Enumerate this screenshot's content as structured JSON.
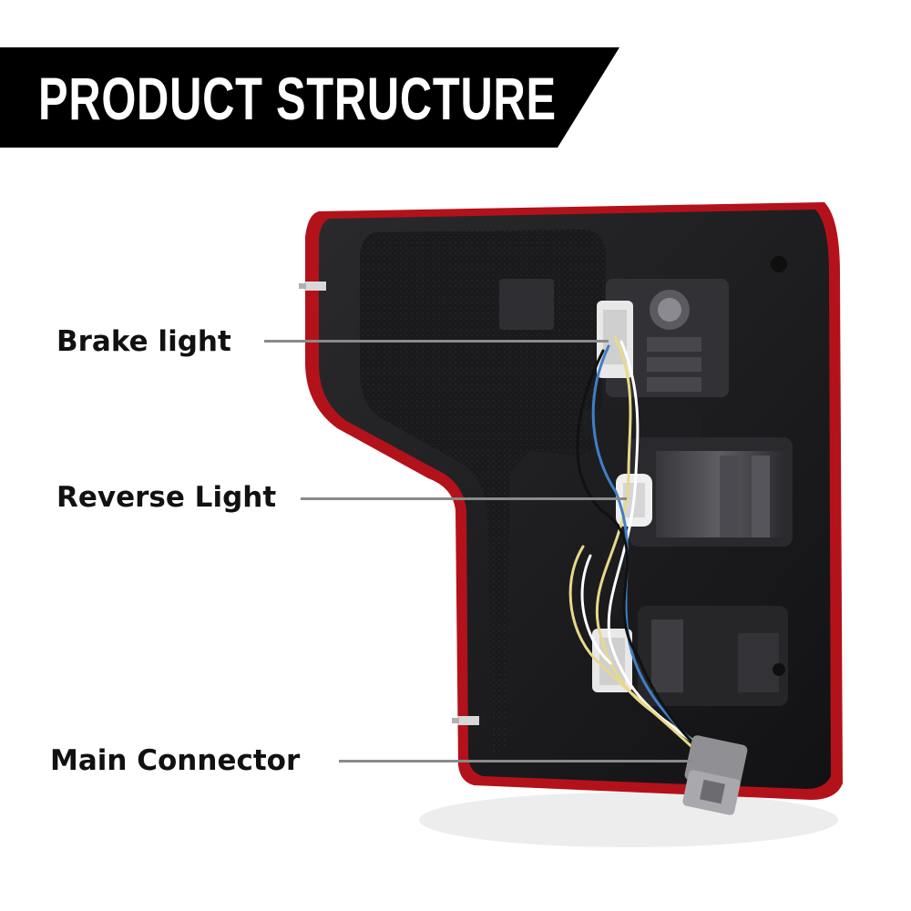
{
  "header": {
    "title": "PRODUCT STRUCTURE"
  },
  "callouts": [
    {
      "label": "Brake light"
    },
    {
      "label": "Reverse Light"
    },
    {
      "label": "Main Connector"
    }
  ],
  "colors": {
    "banner_bg": "#000000",
    "banner_text": "#ffffff",
    "housing_red": "#b3121a",
    "housing_black": "#1c1c1e",
    "leader_line": "#8a8a8a"
  },
  "icons": [
    "tail-light-housing-illustration"
  ]
}
